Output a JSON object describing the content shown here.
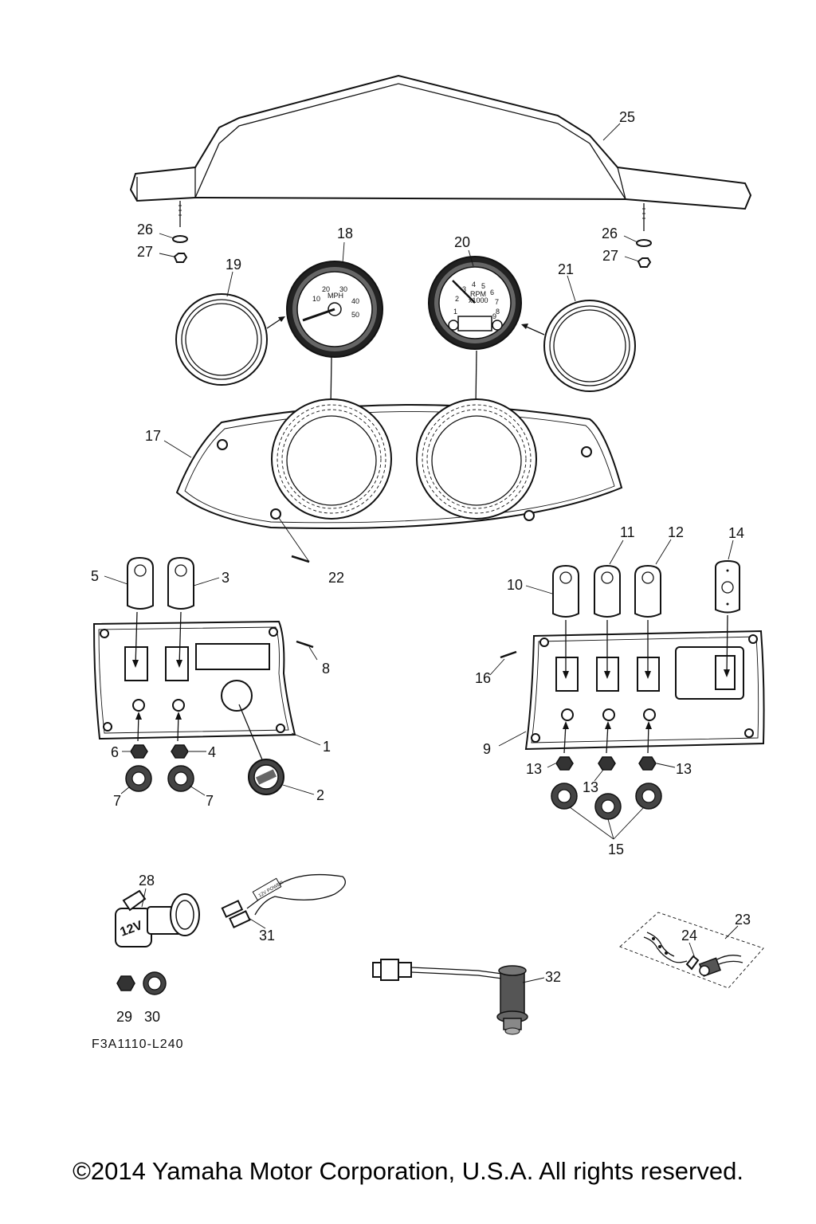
{
  "callouts": {
    "c1": "1",
    "c2": "2",
    "c3": "3",
    "c4": "4",
    "c5": "5",
    "c6": "6",
    "c7a": "7",
    "c7b": "7",
    "c8": "8",
    "c9": "9",
    "c10": "10",
    "c11": "11",
    "c12": "12",
    "c13a": "13",
    "c13b": "13",
    "c13c": "13",
    "c14": "14",
    "c15": "15",
    "c16": "16",
    "c17": "17",
    "c18": "18",
    "c19": "19",
    "c20": "20",
    "c21": "21",
    "c22": "22",
    "c23": "23",
    "c24": "24",
    "c25": "25",
    "c26a": "26",
    "c26b": "26",
    "c27a": "27",
    "c27b": "27",
    "c28": "28",
    "c29": "29",
    "c30": "30",
    "c31": "31",
    "c32": "32"
  },
  "speedometer": {
    "scale": [
      "10",
      "20",
      "30",
      "40",
      "50"
    ],
    "unit": "MPH"
  },
  "tachometer": {
    "scale": [
      "1",
      "2",
      "3",
      "4",
      "5",
      "6",
      "7",
      "8",
      "9"
    ],
    "unit": "RPM",
    "multiplier": "x1000"
  },
  "socket_label": "12V",
  "wire_tag": "12V POWER",
  "part_code": "F3A1110-L240",
  "copyright": "©2014 Yamaha Motor Corporation, U.S.A. All rights reserved."
}
